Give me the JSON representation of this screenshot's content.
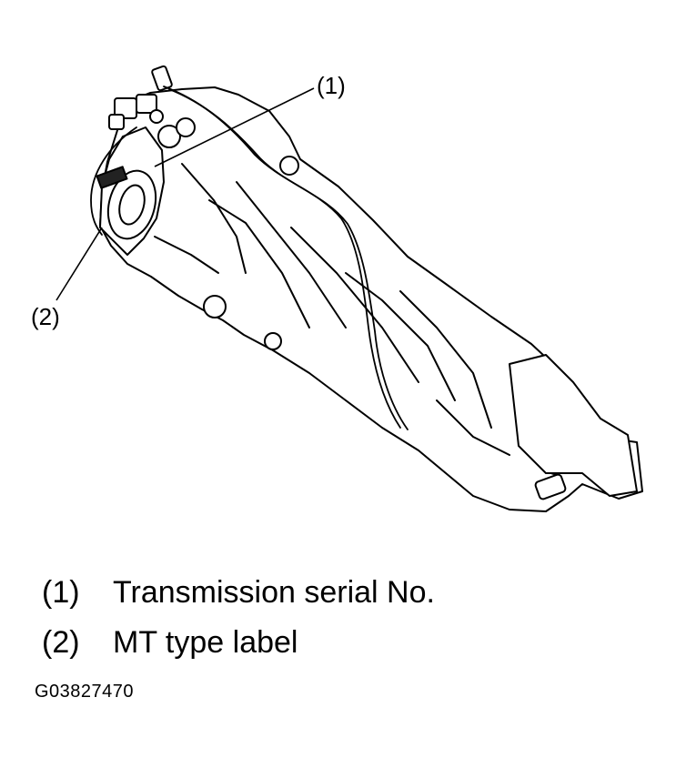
{
  "callouts": [
    {
      "number": "(1)"
    },
    {
      "number": "(2)"
    }
  ],
  "legend": [
    {
      "number": "(1)",
      "text": "Transmission serial No."
    },
    {
      "number": "(2)",
      "text": "MT type label"
    }
  ],
  "figure_code": "G03827470"
}
